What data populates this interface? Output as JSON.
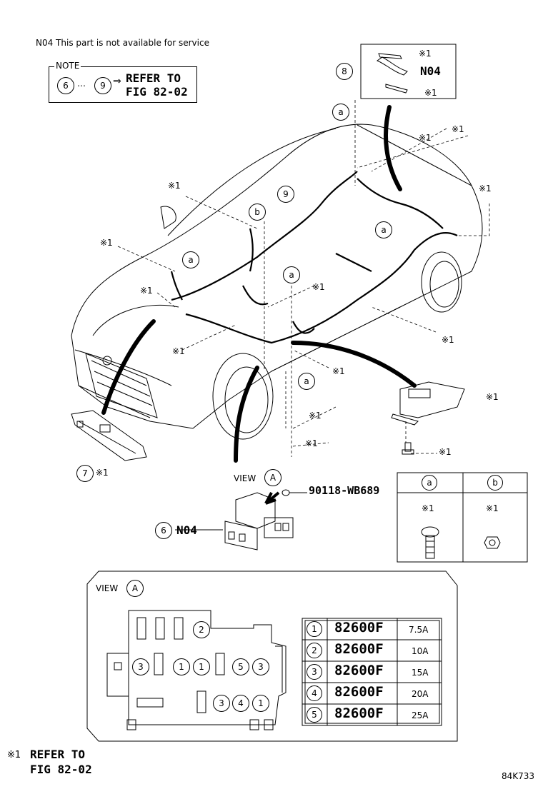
{
  "header_note": "N04 This part is not available for service",
  "note_box": {
    "label": "NOTE",
    "from_ref": "6",
    "ellipsis": "…",
    "to_ref": "9",
    "arrow": "⇒",
    "refer_line1": "REFER TO",
    "refer_line2": "FIG 82-02"
  },
  "callouts": {
    "ref8": "8",
    "n04_top": "N04",
    "mark_top1": "※1",
    "mark_top2": "※1",
    "ref9": "9",
    "ref7": "7",
    "ref7_mark": "※1",
    "ref6": "6",
    "n04_bottom": "N04",
    "a1": "a",
    "a2": "a",
    "a3": "a",
    "a4": "a",
    "a5": "a",
    "b1": "b",
    "marks": [
      "※1",
      "※1",
      "※1",
      "※1",
      "※1",
      "※1",
      "※1",
      "※1",
      "※1",
      "※1",
      "※1",
      "※1",
      "※1",
      "※1",
      "※1"
    ]
  },
  "view_a_label": "VIEW",
  "view_a_letter": "A",
  "part_number": "90118-WB689",
  "fastener_table": {
    "headers": [
      "a",
      "b"
    ],
    "marks": [
      "※1",
      "※1"
    ]
  },
  "view_panel": {
    "label": "VIEW",
    "letter": "A",
    "slot_refs": [
      "2",
      "3",
      "1",
      "1",
      "5",
      "3",
      "3",
      "4",
      "1"
    ]
  },
  "fuse_table": [
    {
      "ref": "1",
      "part": "82600F",
      "amp": "7.5A"
    },
    {
      "ref": "2",
      "part": "82600F",
      "amp": "10A"
    },
    {
      "ref": "3",
      "part": "82600F",
      "amp": "15A"
    },
    {
      "ref": "4",
      "part": "82600F",
      "amp": "20A"
    },
    {
      "ref": "5",
      "part": "82600F",
      "amp": "25A"
    }
  ],
  "footnote": {
    "mark": "※1",
    "line1": "REFER TO",
    "line2": "FIG 82-02"
  },
  "diagram_code": "84K733"
}
